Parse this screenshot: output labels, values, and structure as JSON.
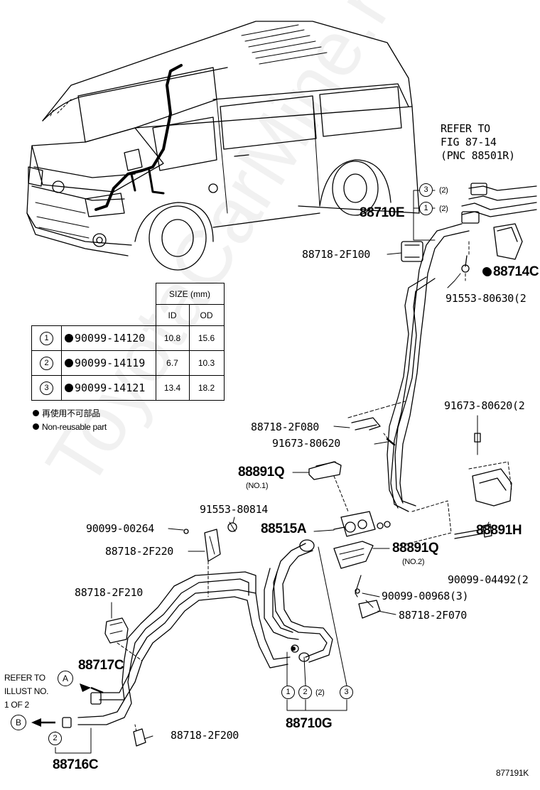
{
  "table": {
    "size_header": "SIZE (mm)",
    "id_header": "ID",
    "od_header": "OD",
    "rows": [
      {
        "no": "1",
        "part": "90099-14120",
        "id": "10.8",
        "od": "15.6"
      },
      {
        "no": "2",
        "part": "90099-14119",
        "id": "6.7",
        "od": "10.3"
      },
      {
        "no": "3",
        "part": "90099-14121",
        "id": "13.4",
        "od": "18.2"
      }
    ]
  },
  "legend": {
    "line1": "再使用不可部品",
    "line2": "Non-reusable part"
  },
  "refer_top": {
    "line1": "REFER TO",
    "line2": "FIG 87-14",
    "line3": "(PNC 88501R)"
  },
  "refer_left": {
    "line1": "REFER TO",
    "line2": "ILLUST NO.",
    "line3": "1 OF 2",
    "marker_a": "A",
    "marker_b": "B"
  },
  "labels": {
    "p88710E": "88710E",
    "p88718_2F100": "88718-2F100",
    "p88714C": "88714C",
    "p91553_80630": "91553-80630(2",
    "p91673_80620_2": "91673-80620(2",
    "p88718_2F080": "88718-2F080",
    "p91673_80620": "91673-80620",
    "p88891Q_1": "88891Q",
    "no1": "(NO.1)",
    "p91553_80814": "91553-80814",
    "p90099_00264": "90099-00264",
    "p88515A": "88515A",
    "p88891Q_2": "88891Q",
    "no2": "(NO.2)",
    "p88891H": "88891H",
    "p88718_2F220": "88718-2F220",
    "p90099_04492": "90099-04492(2",
    "p90099_00968": "90099-00968(3)",
    "p88718_2F210": "88718-2F210",
    "p88718_2F070": "88718-2F070",
    "p88717C": "88717C",
    "p88718_2F200": "88718-2F200",
    "p88710G": "88710G",
    "p88716C": "88716C",
    "ill_no": "877191K"
  },
  "callouts": {
    "c1": "1",
    "c2": "2",
    "c3": "3",
    "q2": "(2)"
  },
  "watermark": "ToyotaCarMine.ru"
}
